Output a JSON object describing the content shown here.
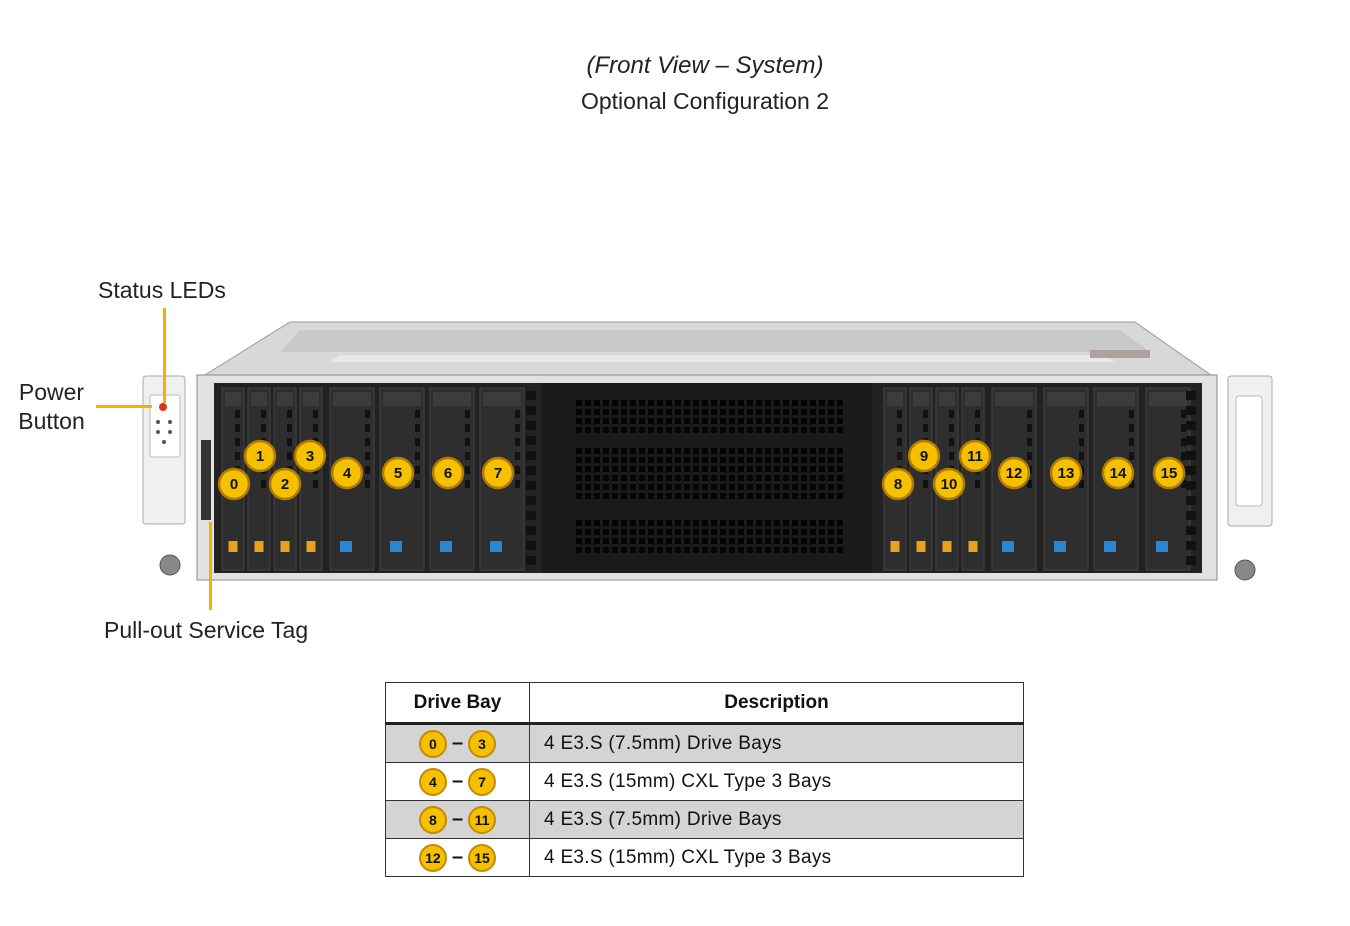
{
  "title": "(Front View – System)",
  "subtitle": "Optional Configuration 2",
  "callouts": {
    "status_leds": "Status LEDs",
    "power_line1": "Power",
    "power_line2": "Button",
    "service_tag": "Pull-out Service Tag"
  },
  "bays": [
    "0",
    "1",
    "2",
    "3",
    "4",
    "5",
    "6",
    "7",
    "8",
    "9",
    "10",
    "11",
    "12",
    "13",
    "14",
    "15"
  ],
  "table": {
    "headers": [
      "Drive Bay",
      "Description"
    ],
    "rows": [
      {
        "from": "0",
        "to": "3",
        "dash": "–",
        "description": "4 E3.S (7.5mm) Drive Bays"
      },
      {
        "from": "4",
        "to": "7",
        "dash": "–",
        "description": "4 E3.S (15mm) CXL Type 3 Bays"
      },
      {
        "from": "8",
        "to": "11",
        "dash": "–",
        "description": "4 E3.S (7.5mm) Drive Bays"
      },
      {
        "from": "12",
        "to": "15",
        "dash": "–",
        "description": "4 E3.S (15mm) CXL Type 3 Bays"
      }
    ]
  },
  "colors": {
    "badge": "#f5c000",
    "latch_orange": "#e8a020",
    "latch_blue": "#2a86d0",
    "chassis": "#d9d9d9"
  }
}
